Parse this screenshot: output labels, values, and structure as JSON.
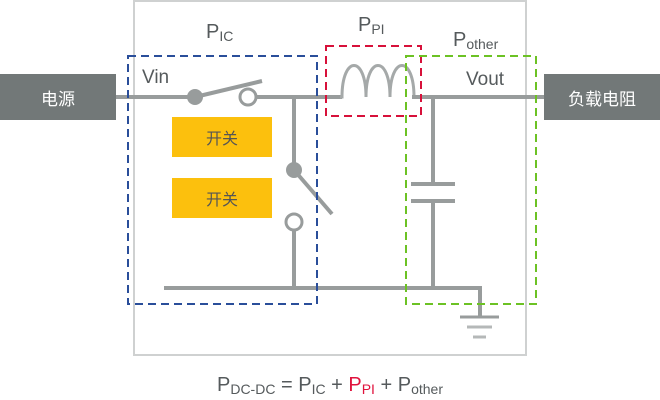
{
  "diagram": {
    "source_label": "电源",
    "load_label": "负载电阻",
    "switch_labels": [
      "开关",
      "开关"
    ],
    "vin_label": "Vin",
    "vout_label": "Vout",
    "groups": {
      "ic": {
        "main": "P",
        "sub": "IC",
        "color": "#2a4e9a"
      },
      "pi": {
        "main": "P",
        "sub": "PI",
        "color": "#d7113a"
      },
      "other": {
        "main": "P",
        "sub": "other",
        "color": "#6cc224"
      }
    },
    "formula": {
      "lhs_main": "P",
      "lhs_sub": "DC-DC",
      "eq": " = ",
      "t1_main": "P",
      "t1_sub": "IC",
      "plus1": " + ",
      "t2_main": "P",
      "t2_sub": "PI",
      "plus2": " + ",
      "t3_main": "P",
      "t3_sub": "other"
    },
    "colors": {
      "wire": "#989c9c",
      "frame": "#cfd1d1",
      "switch_box": "#fcc00d",
      "side_box": "#727878",
      "highlight": "#e0123c"
    }
  }
}
